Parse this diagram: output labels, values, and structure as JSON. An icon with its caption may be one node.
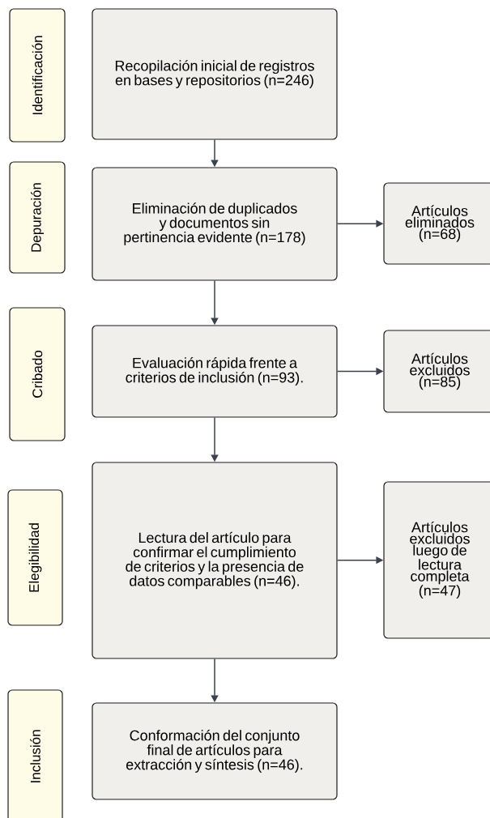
{
  "diagram": {
    "nodes": [
      {
        "text": [
          "Identificación"
        ]
      },
      {
        "text": [
          "Recopilación inicial de registros en bases y repositorios (n=246)"
        ]
      },
      {
        "text": [
          "Depuración"
        ]
      },
      {
        "text": [
          "Eliminación de duplicados y documentos sin pertinencia evidente (n=178)"
        ]
      },
      {
        "text": [
          "Artículos eliminados (n=68)"
        ]
      },
      {
        "text": [
          "Cribado"
        ]
      },
      {
        "text": [
          "Evaluación rápida frente a criterios de inclusión (n=93)."
        ]
      },
      {
        "text": [
          "Artículos excluidos (n=85)"
        ]
      },
      {
        "text": [
          "Elegibilidad"
        ]
      },
      {
        "text": [
          "Lectura del artículo para confirmar el cumplimiento de criterios y la presencia de datos comparables (n=46)."
        ]
      },
      {
        "text": [
          "Artículos excluidos luego de lectura completa (n=47)"
        ]
      },
      {
        "text": [
          "Inclusión"
        ]
      },
      {
        "text": [
          "Conformación del conjunto final de artículos para extracción y síntesis (n=46)."
        ]
      }
    ],
    "edges": [
      {
        "from": 1,
        "to": 3,
        "arrow": "to"
      },
      {
        "from": 3,
        "to": 4,
        "arrow": "to"
      },
      {
        "from": 3,
        "to": 6,
        "arrow": "to"
      },
      {
        "from": 6,
        "to": 7,
        "arrow": "to"
      },
      {
        "from": 6,
        "to": 9,
        "arrow": "to"
      },
      {
        "from": 9,
        "to": 10,
        "arrow": "to"
      },
      {
        "from": 9,
        "to": 12,
        "arrow": "to"
      }
    ]
  }
}
